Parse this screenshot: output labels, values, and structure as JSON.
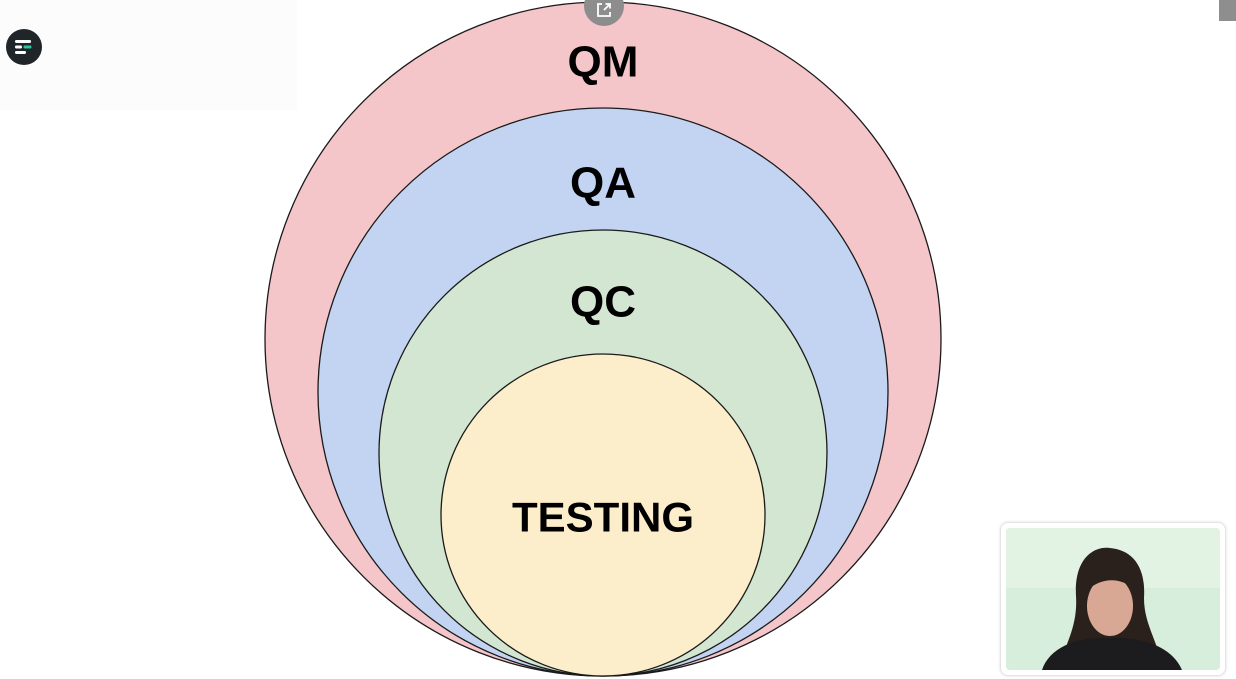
{
  "diagram": {
    "rings": [
      {
        "label": "QM",
        "fill": "#f5c6c9"
      },
      {
        "label": "QA",
        "fill": "#c2d4f2"
      },
      {
        "label": "QC",
        "fill": "#d3e6d1"
      },
      {
        "label": "TESTING",
        "fill": "#fdeecb"
      }
    ],
    "outline_color": "#1a1a1a"
  },
  "icons": {
    "app_logo": "stacked-bars-logo-icon",
    "popout": "external-link-icon"
  },
  "colors": {
    "logo_background": "#1f2528",
    "logo_accent": "#2ec4a0",
    "webcam_background": "#d8eedc"
  }
}
